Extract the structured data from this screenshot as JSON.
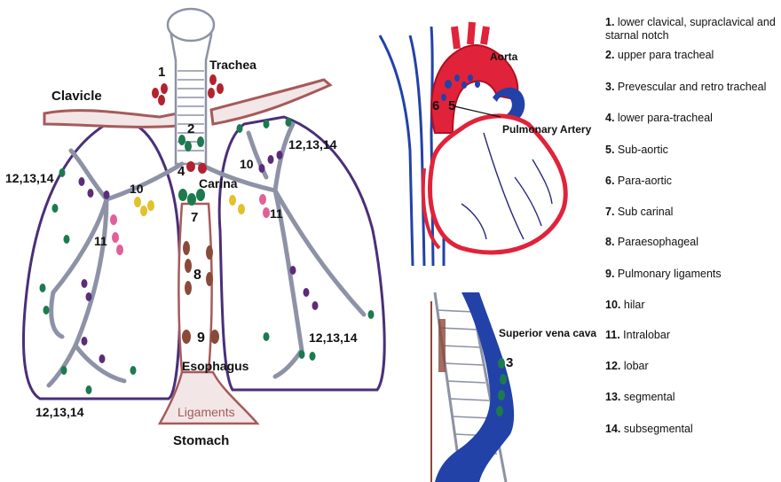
{
  "lungs": {
    "trachea": "Trachea",
    "clavicle": "Clavicle",
    "carina": "Carina",
    "esophagus": "Esophagus",
    "ligaments": "Ligaments",
    "stomach": "Stomach",
    "stations": {
      "s1": "1",
      "s2": "2",
      "s4": "4",
      "s7": "7",
      "s8": "8",
      "s9": "9",
      "s10_left": "10",
      "s10_right": "10",
      "s11_left": "11",
      "s11_right": "11",
      "periph_top_left": "12,13,14",
      "periph_top_right": "12,13,14",
      "periph_bottom_left": "12,13,14",
      "periph_bottom_right": "12,13,14"
    }
  },
  "heart": {
    "aorta": "Aorta",
    "pulmonary_artery": "Pulmonary Artery",
    "s5": "5",
    "s6": "6"
  },
  "svc": {
    "label": "Superior vena cava",
    "s3": "3"
  },
  "legend": [
    {
      "num": "1.",
      "text": "lower clavical, supraclavical and starnal notch"
    },
    {
      "num": "2.",
      "text": "upper para tracheal"
    },
    {
      "num": "3.",
      "text": "Prevescular and retro tracheal"
    },
    {
      "num": "4.",
      "text": "lower para-tracheal"
    },
    {
      "num": "5.",
      "text": "Sub-aortic"
    },
    {
      "num": "6.",
      "text": "Para-aortic"
    },
    {
      "num": "7.",
      "text": "Sub carinal"
    },
    {
      "num": "8.",
      "text": "Paraesophageal"
    },
    {
      "num": "9.",
      "text": "Pulmonary ligaments"
    },
    {
      "num": "10.",
      "text": "hilar"
    },
    {
      "num": "11.",
      "text": "Intralobar"
    },
    {
      "num": "12.",
      "text": "lobar"
    },
    {
      "num": "13.",
      "text": "segmental"
    },
    {
      "num": "14.",
      "text": "subsegmental"
    }
  ],
  "colors": {
    "lung_outline": "#4a2f7a",
    "airway": "#8d92a6",
    "station_1_4": "#b2232f",
    "station_2_3": "#1d7a4f",
    "station_7_8_9": "#8a4a3a",
    "station_10": "#e3c12a",
    "station_11": "#e0609a",
    "peripheral": "#5b2c79",
    "aorta": "#e0233a",
    "vena_cava": "#2242a8",
    "clavicle": "#a65a5a"
  }
}
